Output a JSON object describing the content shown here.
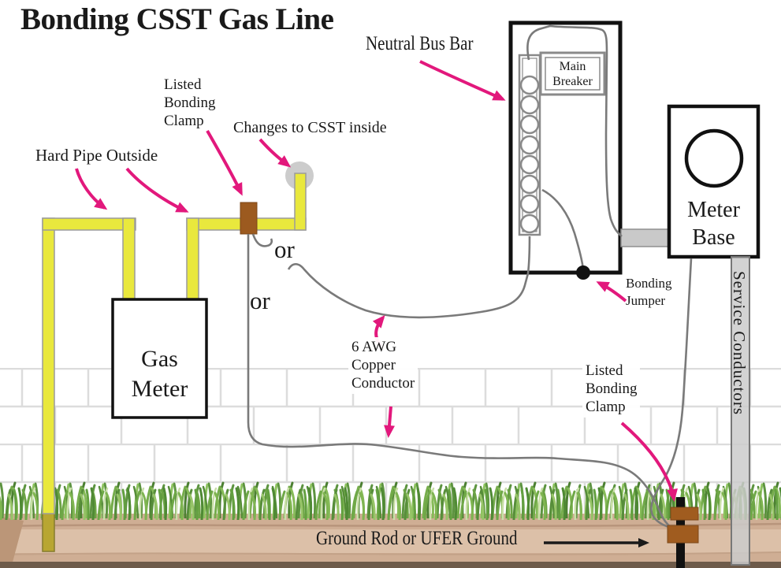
{
  "title": "Bonding CSST Gas Line",
  "labels": {
    "hard_pipe_outside": "Hard Pipe Outside",
    "listed_bonding_clamp_left": [
      "Listed",
      "Bonding",
      "Clamp"
    ],
    "changes_to_csst": "Changes to CSST inside",
    "neutral_bus_bar": "Neutral Bus Bar",
    "or_upper": "or",
    "or_lower": "or",
    "six_awg": [
      "6 AWG",
      "Copper",
      "Conductor"
    ],
    "listed_bonding_clamp_right": [
      "Listed",
      "Bonding",
      "Clamp"
    ],
    "bonding_jumper": [
      "Bonding",
      "Jumper"
    ],
    "ground_rod": "Ground Rod or UFER Ground"
  },
  "components": {
    "gas_meter": [
      "Gas",
      "Meter"
    ],
    "main_breaker": [
      "Main",
      "Breaker"
    ],
    "meter_base": [
      "Meter",
      "Base"
    ],
    "service_conductors": "Service Conductors"
  },
  "colors": {
    "arrow_pink": "#e2187c",
    "pipe_yellow": "#e9e83d",
    "pipe_underground": "#b8a632",
    "clamp_brown": "#9c5a1f",
    "wire_gray": "#7a7a7a",
    "grass_green": "#6aa344",
    "dirt_tan": "#cfae94",
    "mortar_gray": "#dcdcdc",
    "box_border_black": "#111111",
    "panel_gray": "#8a8a8a"
  }
}
